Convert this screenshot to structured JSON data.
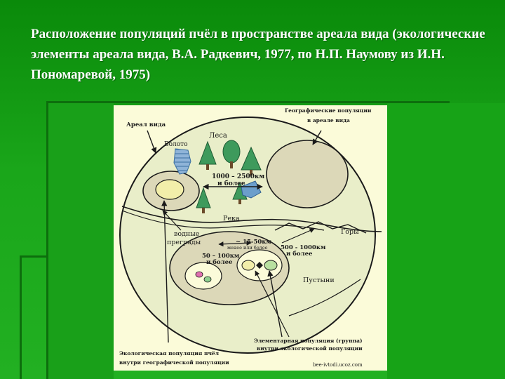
{
  "title": "Расположение популяций пчёл в пространстве ареала вида (экологические элементы ареала вида, В.А. Радкевич, 1977, по Н.П. Наумову из И.Н. Пономаревой, 1975)",
  "diagram": {
    "area_label": "Ареал вида",
    "geo_populations_line1": "Географические популяции",
    "geo_populations_line2": "в ареале вида",
    "forests": "Леса",
    "swamp": "Болото",
    "dist_large_line1": "1000 – 2500км",
    "dist_large_line2": "и более",
    "river": "Река",
    "water_barriers_line1": "водные",
    "water_barriers_line2": "преграды",
    "dist_small_line1": "~ 15-50км",
    "dist_small_line2": "менее или более",
    "dist_mid_line1": "500 - 1000км",
    "dist_mid_line2": "и более",
    "dist_50_100_line1": "50 – 100км",
    "dist_50_100_line2": "и более",
    "mountains": "Горы",
    "deserts": "Пустыни",
    "elementary_line1": "Элементарная популяция (группа)",
    "elementary_line2": "внутри экологической популяции",
    "ecological_line1": "Экологическая популяция пчёл",
    "ecological_line2": "внутри географической популяции",
    "watermark": "bee-ivtodi.ucoz.com"
  },
  "colors": {
    "background": "#16a016",
    "title_text": "#ffffff",
    "figure_bg": "#fbfbd9",
    "circle_fill": "#e9eec9",
    "population_fill": "#dcd8b8",
    "inner_fill": "#f2eeaa",
    "tree_fill": "#3e9a5c",
    "water_fill": "#6b9ecb"
  }
}
